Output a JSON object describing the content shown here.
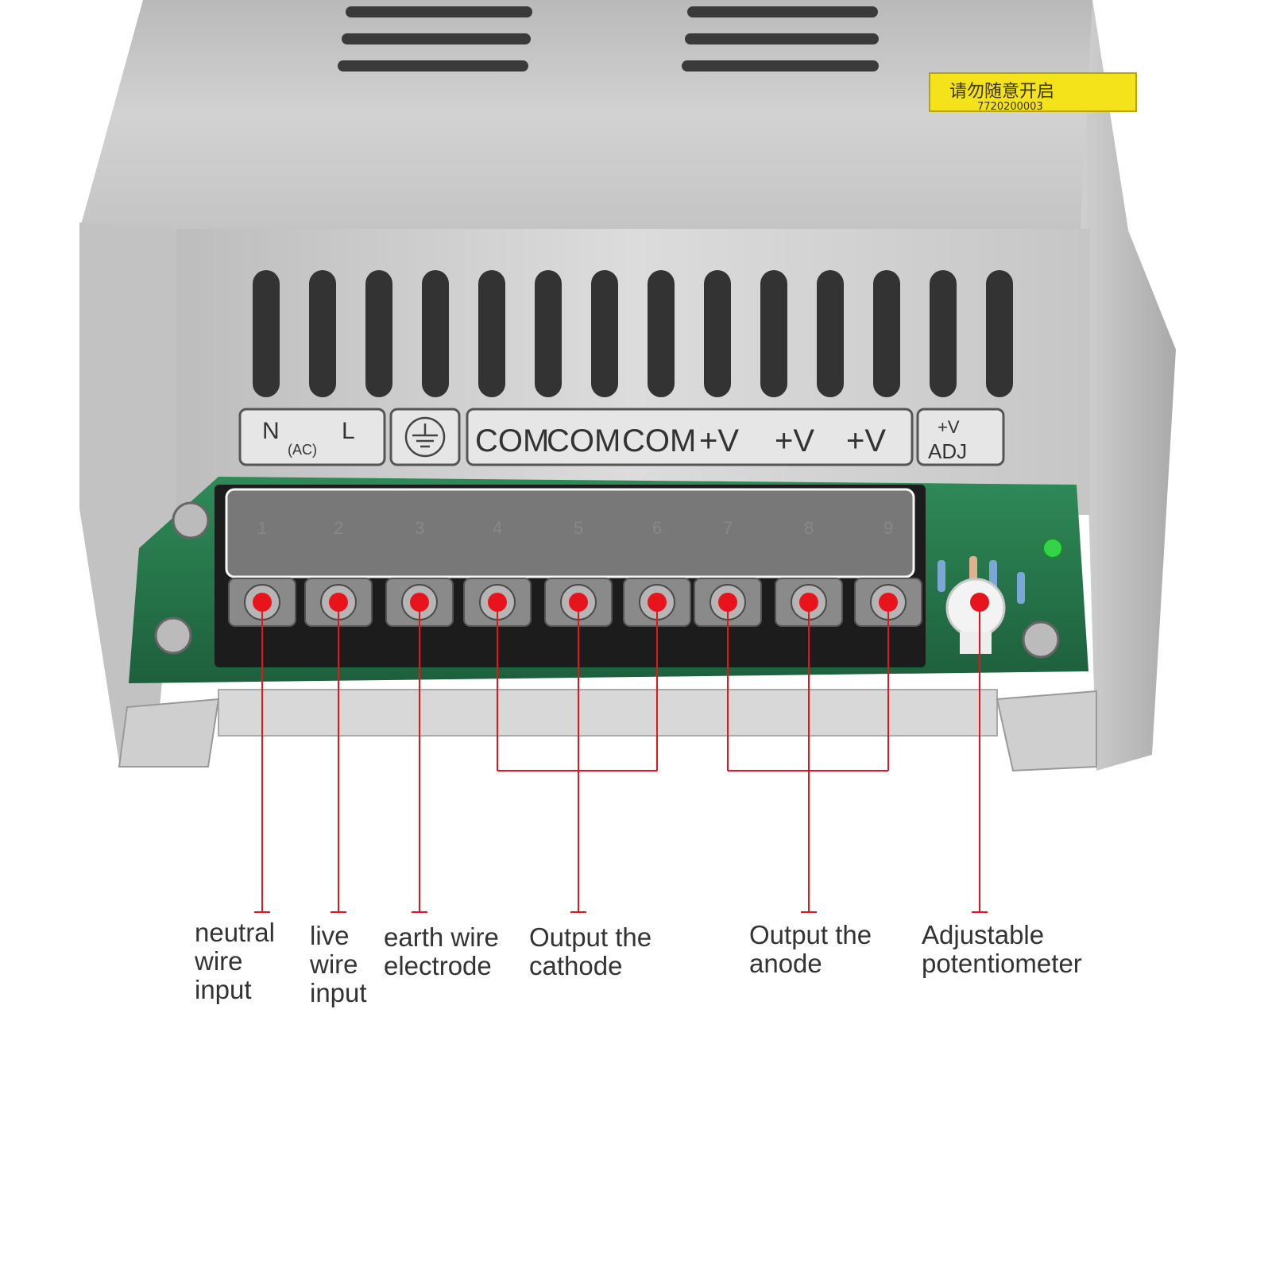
{
  "colors": {
    "accent": "#e8141c",
    "callout_text": "#333333",
    "chassis": "#c9c9c9",
    "terminal_block": "#1c1c1c",
    "pcb": "#1f6b44"
  },
  "icons": [
    "earth-ground-icon",
    "led-indicator-icon",
    "screw-icon"
  ],
  "panel_labels": {
    "ac_n": "N",
    "ac_l": "L",
    "ac_sub": "(AC)",
    "outputs": [
      "COM",
      "COM",
      "COM",
      "+V",
      "+V",
      "+V"
    ],
    "adj_top": "+V",
    "adj_bottom": "ADJ"
  },
  "terminal_numbers": [
    "1",
    "2",
    "3",
    "4",
    "5",
    "6",
    "7",
    "8",
    "9"
  ],
  "warning_sticker": {
    "text": "请勿随意开启",
    "code": "7720200003"
  },
  "callouts": {
    "neutral": [
      "neutral",
      "wire",
      "input"
    ],
    "live": [
      "live",
      "wire",
      "input"
    ],
    "earth": [
      "earth wire",
      "electrode"
    ],
    "cathode": [
      "Output the",
      "cathode"
    ],
    "anode": [
      "Output the",
      "anode"
    ],
    "potentiometer": [
      "Adjustable",
      "potentiometer"
    ]
  }
}
